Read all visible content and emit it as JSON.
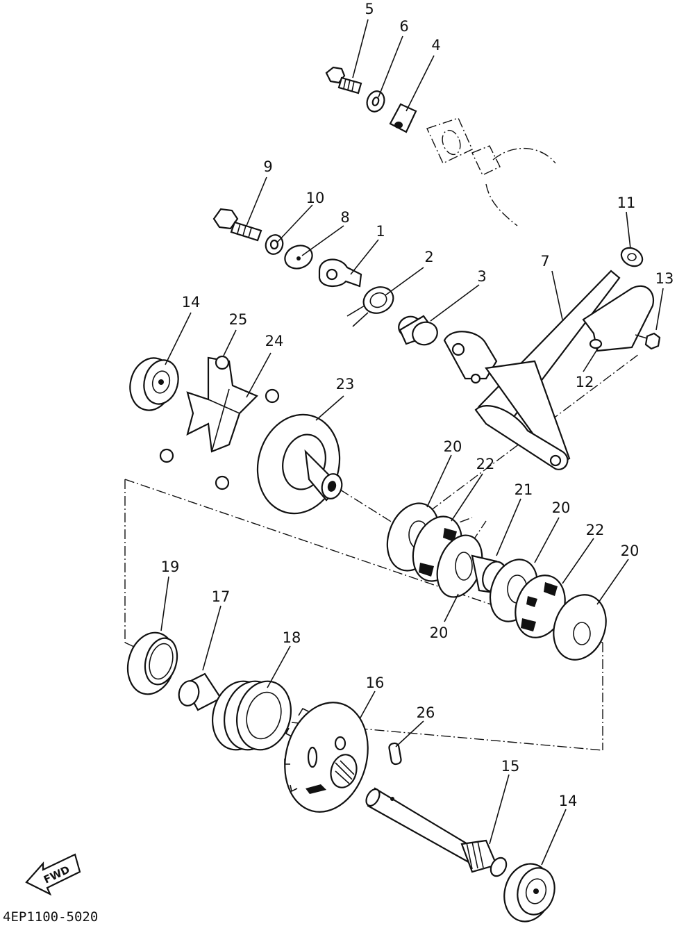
{
  "diagram": {
    "drawing_code": "4EP1100-5020",
    "direction_label": "FWD",
    "callouts": {
      "c1": "1",
      "c2": "2",
      "c3": "3",
      "c4": "4",
      "c5": "5",
      "c6": "6",
      "c7": "7",
      "c8": "8",
      "c9": "9",
      "c10": "10",
      "c11": "11",
      "c12": "12",
      "c13": "13",
      "c14a": "14",
      "c14b": "14",
      "c15": "15",
      "c16": "16",
      "c17": "17",
      "c18": "18",
      "c19": "19",
      "c20a": "20",
      "c20b": "20",
      "c20c": "20",
      "c20d": "20",
      "c21": "21",
      "c22a": "22",
      "c22b": "22",
      "c23": "23",
      "c24": "24",
      "c25": "25",
      "c26": "26"
    }
  }
}
